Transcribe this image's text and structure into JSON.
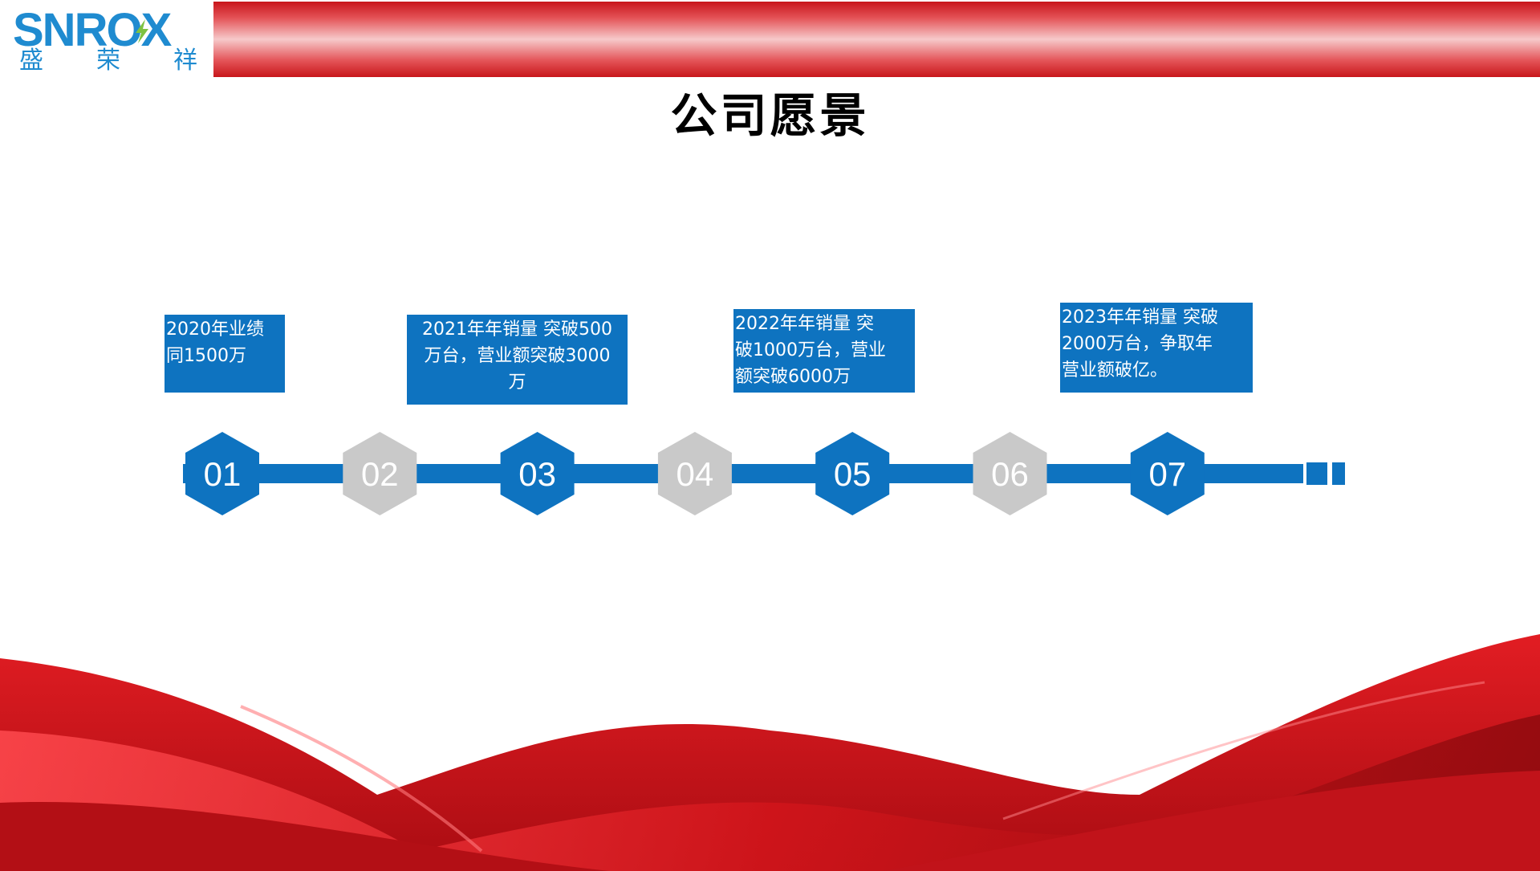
{
  "logo": {
    "brand": "SNROX",
    "cn_chars": [
      "盛",
      "荣",
      "祥"
    ]
  },
  "title": "公司愿景",
  "notes": [
    {
      "lines": [
        "2020年业绩",
        "同1500万"
      ]
    },
    {
      "lines": [
        "2021年年销量 突破500",
        "万台，营业额突破3000",
        "万"
      ]
    },
    {
      "lines": [
        "2022年年销量 突",
        "破1000万台，营业",
        "额突破6000万"
      ]
    },
    {
      "lines": [
        "2023年年销量 突破",
        "2000万台，争取年",
        "营业额破亿。"
      ]
    }
  ],
  "timeline": {
    "steps": [
      {
        "label": "01",
        "style": "blue"
      },
      {
        "label": "02",
        "style": "gray"
      },
      {
        "label": "03",
        "style": "blue"
      },
      {
        "label": "04",
        "style": "gray"
      },
      {
        "label": "05",
        "style": "blue"
      },
      {
        "label": "06",
        "style": "gray"
      },
      {
        "label": "07",
        "style": "blue"
      }
    ]
  },
  "colors": {
    "blue": "#0e73c0",
    "gray": "#c9c9c9",
    "red": "#c8161b",
    "logo_blue": "#1f8bd0",
    "bolt_green": "#7dc242"
  }
}
